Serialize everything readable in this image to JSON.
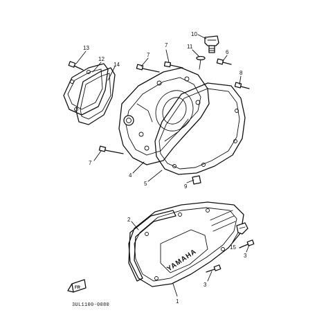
{
  "callouts": [
    {
      "id": "c1",
      "text": "1"
    },
    {
      "id": "c2",
      "text": "2"
    },
    {
      "id": "c3a",
      "text": "3"
    },
    {
      "id": "c3b",
      "text": "3"
    },
    {
      "id": "c4",
      "text": "4"
    },
    {
      "id": "c5",
      "text": "5"
    },
    {
      "id": "c6",
      "text": "6"
    },
    {
      "id": "c7a",
      "text": "7"
    },
    {
      "id": "c7b",
      "text": "7"
    },
    {
      "id": "c7c",
      "text": "7"
    },
    {
      "id": "c8",
      "text": "8"
    },
    {
      "id": "c9",
      "text": "9"
    },
    {
      "id": "c10",
      "text": "10"
    },
    {
      "id": "c11",
      "text": "11"
    },
    {
      "id": "c12",
      "text": "12"
    },
    {
      "id": "c13",
      "text": "13"
    },
    {
      "id": "c14",
      "text": "14"
    },
    {
      "id": "c15",
      "text": "15"
    }
  ],
  "brand_mark": "YAMAHA",
  "front_marker": "FR",
  "figure_code": "3UL1100-0080"
}
